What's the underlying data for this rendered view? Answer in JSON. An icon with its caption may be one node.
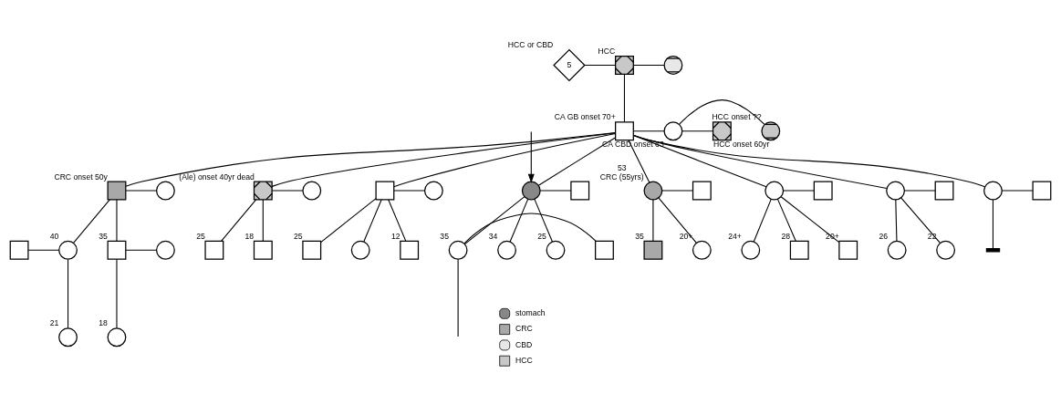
{
  "diagram": {
    "nodes": [
      {
        "text": [
          "5"
        ],
        "beside": [
          "HCC or CBD"
        ]
      },
      {
        "text": [],
        "shape": "box",
        "beside": [
          "HCC"
        ]
      },
      {
        "text": [],
        "shape": "circle"
      },
      {
        "text": [],
        "shape": "box",
        "beside": [
          "CA GB onset 70+"
        ]
      },
      {
        "text": [],
        "shape": "circle",
        "beside": [
          "CA CBD onset 63"
        ]
      },
      {
        "text": [],
        "shape": "circle",
        "beside": [
          "HCC onset ??"
        ]
      },
      {
        "text": [],
        "shape": "box",
        "beside": [
          "HCC onset 60yr"
        ]
      },
      {
        "text": [],
        "shape": "box",
        "beside": [
          "CRC onset 50y"
        ]
      },
      {
        "text": [],
        "shape": "circle"
      },
      {
        "text": [],
        "shape": "box",
        "beside": [
          "(Ale) onset 40yr dead"
        ]
      },
      {
        "text": [],
        "shape": "circle"
      },
      {
        "text": [],
        "shape": "box"
      },
      {
        "text": [],
        "shape": "circle"
      },
      {
        "text": [],
        "shape": "circle"
      },
      {
        "text": [],
        "shape": "box"
      },
      {
        "text": [],
        "shape": "circle",
        "beside": [
          "53",
          "CRC (55yrs)"
        ]
      },
      {
        "text": [],
        "shape": "box"
      },
      {
        "text": [],
        "shape": "circle"
      },
      {
        "text": [],
        "shape": "box"
      },
      {
        "text": [],
        "shape": "circle"
      },
      {
        "text": [],
        "shape": "box"
      },
      {
        "text": [],
        "shape": "circle"
      },
      {
        "text": [],
        "shape": "box"
      },
      {
        "text": [],
        "shape": "box"
      },
      {
        "text": [],
        "shape": "circle",
        "beside": [
          "40"
        ]
      },
      {
        "text": [],
        "shape": "box",
        "beside": [
          "35"
        ]
      },
      {
        "text": [],
        "shape": "circle"
      },
      {
        "text": [],
        "shape": "box",
        "beside": [
          "25"
        ]
      },
      {
        "text": [],
        "shape": "box",
        "beside": [
          "18"
        ]
      },
      {
        "text": [],
        "shape": "box",
        "beside": [
          "25"
        ]
      },
      {
        "text": [],
        "shape": "circle"
      },
      {
        "text": [],
        "shape": "box",
        "beside": [
          "12"
        ]
      },
      {
        "text": [],
        "shape": "circle",
        "beside": [
          "35"
        ]
      },
      {
        "text": [],
        "shape": "box"
      },
      {
        "text": [],
        "shape": "circle",
        "beside": [
          "34"
        ]
      },
      {
        "text": [],
        "shape": "circle",
        "beside": [
          "25"
        ]
      },
      {
        "text": [],
        "shape": "box",
        "beside": [
          "35"
        ]
      },
      {
        "text": [],
        "shape": "circle",
        "beside": [
          "20+"
        ]
      },
      {
        "text": [],
        "shape": "circle",
        "beside": [
          "24+"
        ]
      },
      {
        "text": [],
        "shape": "box",
        "beside": [
          "28"
        ]
      },
      {
        "text": [],
        "shape": "box",
        "beside": [
          "20+"
        ]
      },
      {
        "text": [],
        "shape": "circle",
        "beside": [
          "26"
        ]
      },
      {
        "text": [],
        "shape": "circle",
        "beside": [
          "22"
        ]
      },
      {
        "text": [],
        "shape": "bar"
      },
      {
        "text": [],
        "shape": "circle",
        "beside": [
          "21"
        ]
      },
      {
        "text": [],
        "shape": "circle",
        "beside": [
          "18"
        ]
      }
    ],
    "edges": [
      {
        "from": 0,
        "to": 1,
        "arrow": "none"
      },
      {
        "from": 1,
        "to": 2,
        "arrow": "none"
      },
      {
        "from": 1,
        "to": 3,
        "arrow": "none"
      },
      {
        "from": 3,
        "to": 4,
        "arrow": "none"
      },
      {
        "from": 4,
        "to": 5,
        "arrow": "none"
      },
      {
        "from": 4,
        "to": 6,
        "arrow": "none"
      },
      {
        "from": 3,
        "to": 7,
        "arrow": "none"
      },
      {
        "from": 3,
        "to": 9,
        "arrow": "none"
      },
      {
        "from": 3,
        "to": 11,
        "arrow": "none"
      },
      {
        "from": 3,
        "to": 13,
        "arrow": "none"
      },
      {
        "from": 3,
        "to": 15,
        "arrow": "none"
      },
      {
        "from": 3,
        "to": 17,
        "arrow": "none"
      },
      {
        "from": 3,
        "to": 19,
        "arrow": "none"
      },
      {
        "from": 3,
        "to": 21,
        "arrow": "none"
      },
      {
        "from": 7,
        "to": 8,
        "arrow": "none"
      },
      {
        "from": 9,
        "to": 10,
        "arrow": "none"
      },
      {
        "from": 11,
        "to": 12,
        "arrow": "none"
      },
      {
        "from": 13,
        "to": 14,
        "arrow": "none"
      },
      {
        "from": 15,
        "to": 16,
        "arrow": "none"
      },
      {
        "from": 17,
        "to": 18,
        "arrow": "none"
      },
      {
        "from": 19,
        "to": 20,
        "arrow": "none"
      },
      {
        "from": 21,
        "to": 22,
        "arrow": "none"
      },
      {
        "from": 23,
        "to": 24,
        "arrow": "none"
      },
      {
        "from": 7,
        "to": 24,
        "arrow": "none"
      },
      {
        "from": 7,
        "to": 25,
        "arrow": "none"
      },
      {
        "from": 25,
        "to": 26,
        "arrow": "none"
      },
      {
        "from": 9,
        "to": 27,
        "arrow": "none"
      },
      {
        "from": 9,
        "to": 28,
        "arrow": "none"
      },
      {
        "from": 11,
        "to": 29,
        "arrow": "none"
      },
      {
        "from": 11,
        "to": 30,
        "arrow": "none"
      },
      {
        "from": 11,
        "to": 31,
        "arrow": "none"
      },
      {
        "from": 13,
        "to": 32,
        "arrow": "none"
      },
      {
        "from": 32,
        "to": 33,
        "arrow": "none"
      },
      {
        "from": 13,
        "to": 34,
        "arrow": "none"
      },
      {
        "from": 13,
        "to": 35,
        "arrow": "none"
      },
      {
        "from": 15,
        "to": 36,
        "arrow": "none"
      },
      {
        "from": 15,
        "to": 37,
        "arrow": "none"
      },
      {
        "from": 17,
        "to": 38,
        "arrow": "none"
      },
      {
        "from": 17,
        "to": 39,
        "arrow": "none"
      },
      {
        "from": 17,
        "to": 40,
        "arrow": "none"
      },
      {
        "from": 19,
        "to": 41,
        "arrow": "none"
      },
      {
        "from": 19,
        "to": 42,
        "arrow": "none"
      },
      {
        "from": 21,
        "to": 43,
        "arrow": "none"
      },
      {
        "from": 24,
        "to": 44,
        "arrow": "none"
      },
      {
        "from": 25,
        "to": 45,
        "arrow": "none"
      },
      {
        "from": 32,
        "to": null,
        "arrow": "none"
      },
      {
        "from": null,
        "to": 13,
        "arrow": "to"
      }
    ],
    "legend": [
      {
        "text": "stomach"
      },
      {
        "text": "CRC"
      },
      {
        "text": "CBD"
      },
      {
        "text": "HCC"
      }
    ]
  }
}
